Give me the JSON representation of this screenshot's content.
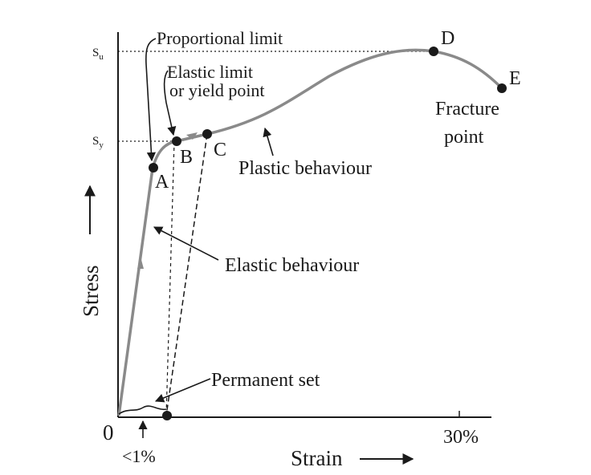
{
  "axes": {
    "origin_label": "0",
    "y_label": "Stress",
    "x_label": "Strain",
    "x_tick_label": "30%",
    "small_strain_label": "<1%",
    "stress_levels": [
      {
        "symbol": "S",
        "subscript": "u"
      },
      {
        "symbol": "S",
        "subscript": "y"
      }
    ]
  },
  "points": [
    {
      "id": "A",
      "label": "A"
    },
    {
      "id": "B",
      "label": "B"
    },
    {
      "id": "C",
      "label": "C"
    },
    {
      "id": "D",
      "label": "D"
    },
    {
      "id": "E",
      "label": "E"
    }
  ],
  "annotations": {
    "proportional_limit": "Proportional limit",
    "elastic_limit": [
      "Elastic limit",
      "or yield point"
    ],
    "plastic_behaviour": "Plastic behaviour",
    "elastic_behaviour": "Elastic behaviour",
    "permanent_set": "Permanent set",
    "fracture_point": [
      "Fracture",
      "point"
    ]
  },
  "colors": {
    "curve": "#8a8a8a",
    "ink": "#1a1a1a",
    "background": "#ffffff"
  }
}
